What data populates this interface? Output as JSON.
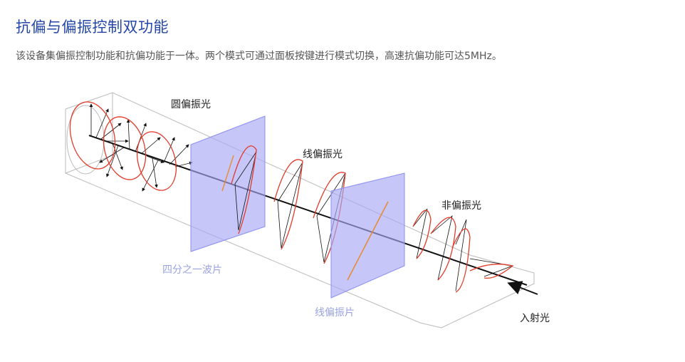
{
  "header": {
    "title": "抗偏与偏振控制双功能",
    "description": "该设备集偏振控制功能和抗偏功能于一体。两个模式可通过面板按键进行模式切换，高速抗偏功能可达5MHz。"
  },
  "figure": {
    "labels": {
      "circular": "圆偏振光",
      "linear_top": "线偏振光",
      "unpolarized": "非偏振光",
      "incident": "入射光",
      "quarter_wave": "四分之一波片",
      "polarizer": "线偏振片"
    },
    "colors": {
      "plate": "#8b8ff0",
      "wave": "#e23a2a",
      "axis": "#e88a2a"
    }
  }
}
